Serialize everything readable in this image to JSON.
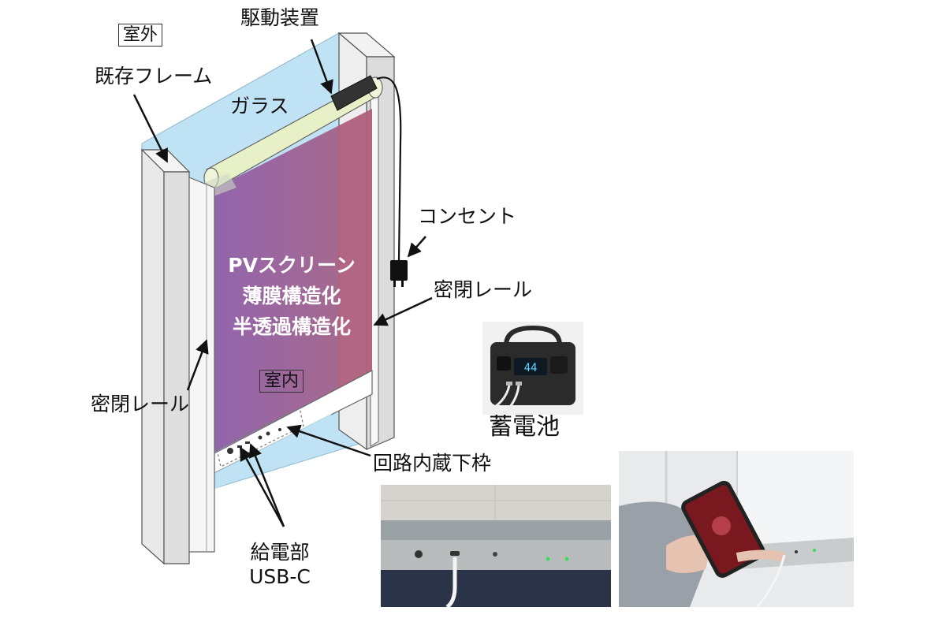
{
  "labels": {
    "outdoor": "室外",
    "drive_unit": "駆動装置",
    "existing_frame": "既存フレーム",
    "glass": "ガラス",
    "outlet": "コンセント",
    "pv_screen": "PVスクリーン",
    "thin_film": "薄膜構造化",
    "semi_transparent": "半透過構造化",
    "sealed_rail_right": "密閉レール",
    "sealed_rail_left": "密閉レール",
    "indoor": "室内",
    "circuit_frame": "回路内蔵下枠",
    "power_supply": "給電部",
    "usb_c": "USB-C",
    "battery": "蓄電池"
  },
  "battery_display": "44",
  "colors": {
    "glass": "#bfe2f4",
    "screen": "#9a5ea0",
    "frame": "#e6e6e6",
    "roller": "#e8f0c8"
  }
}
